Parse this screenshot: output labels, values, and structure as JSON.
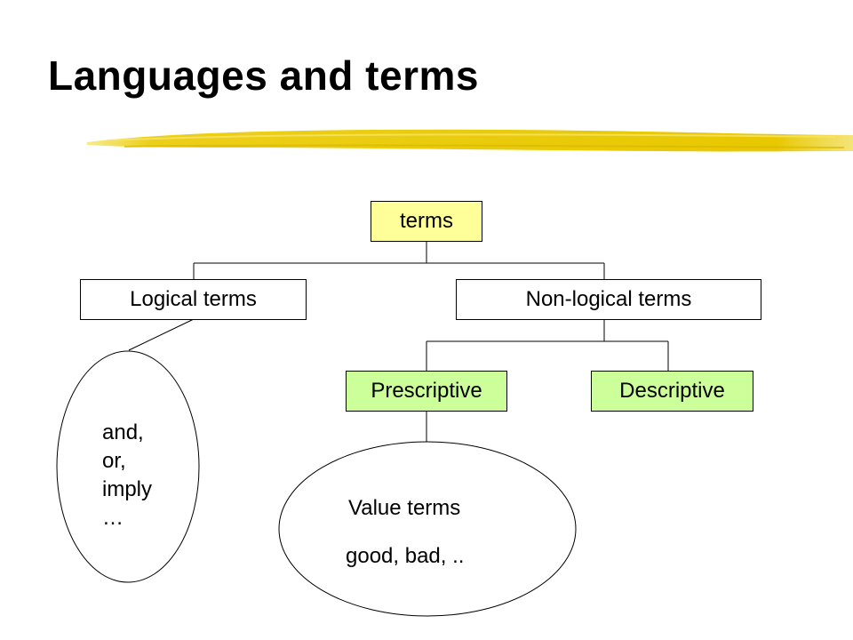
{
  "slide": {
    "title": "Languages and terms"
  },
  "colors": {
    "root_fill": "#ffff99",
    "category_fill": "#ccff99",
    "plain_fill": "#ffffff",
    "underline": "#e8c800"
  },
  "diagram": {
    "root": {
      "label": "terms"
    },
    "logical": {
      "label": "Logical terms",
      "examples": [
        "and,",
        "or,",
        "imply",
        "…"
      ]
    },
    "non_logical": {
      "label": "Non-logical terms"
    },
    "prescriptive": {
      "label": "Prescriptive",
      "examples_heading": "Value terms",
      "examples": "good, bad, .."
    },
    "descriptive": {
      "label": "Descriptive"
    }
  }
}
